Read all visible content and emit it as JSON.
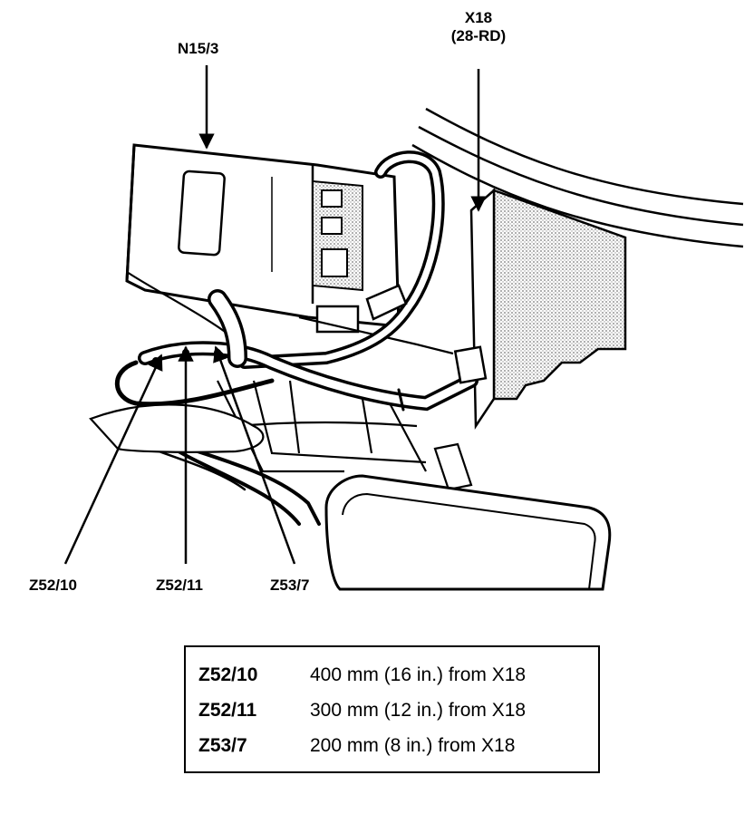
{
  "callouts": {
    "n15_3": "N15/3",
    "x18_line1": "X18",
    "x18_line2": "(28-RD)",
    "z52_10": "Z52/10",
    "z52_11": "Z52/11",
    "z53_7": "Z53/7"
  },
  "legend": {
    "rows": [
      {
        "code": "Z52/10",
        "desc": "400 mm (16 in.) from X18"
      },
      {
        "code": "Z52/11",
        "desc": "300 mm (12 in.) from X18"
      },
      {
        "code": "Z53/7",
        "desc": "200 mm (8 in.) from X18"
      }
    ]
  },
  "colors": {
    "ink": "#000000",
    "paper": "#ffffff",
    "shade": "#9a9a9a"
  }
}
